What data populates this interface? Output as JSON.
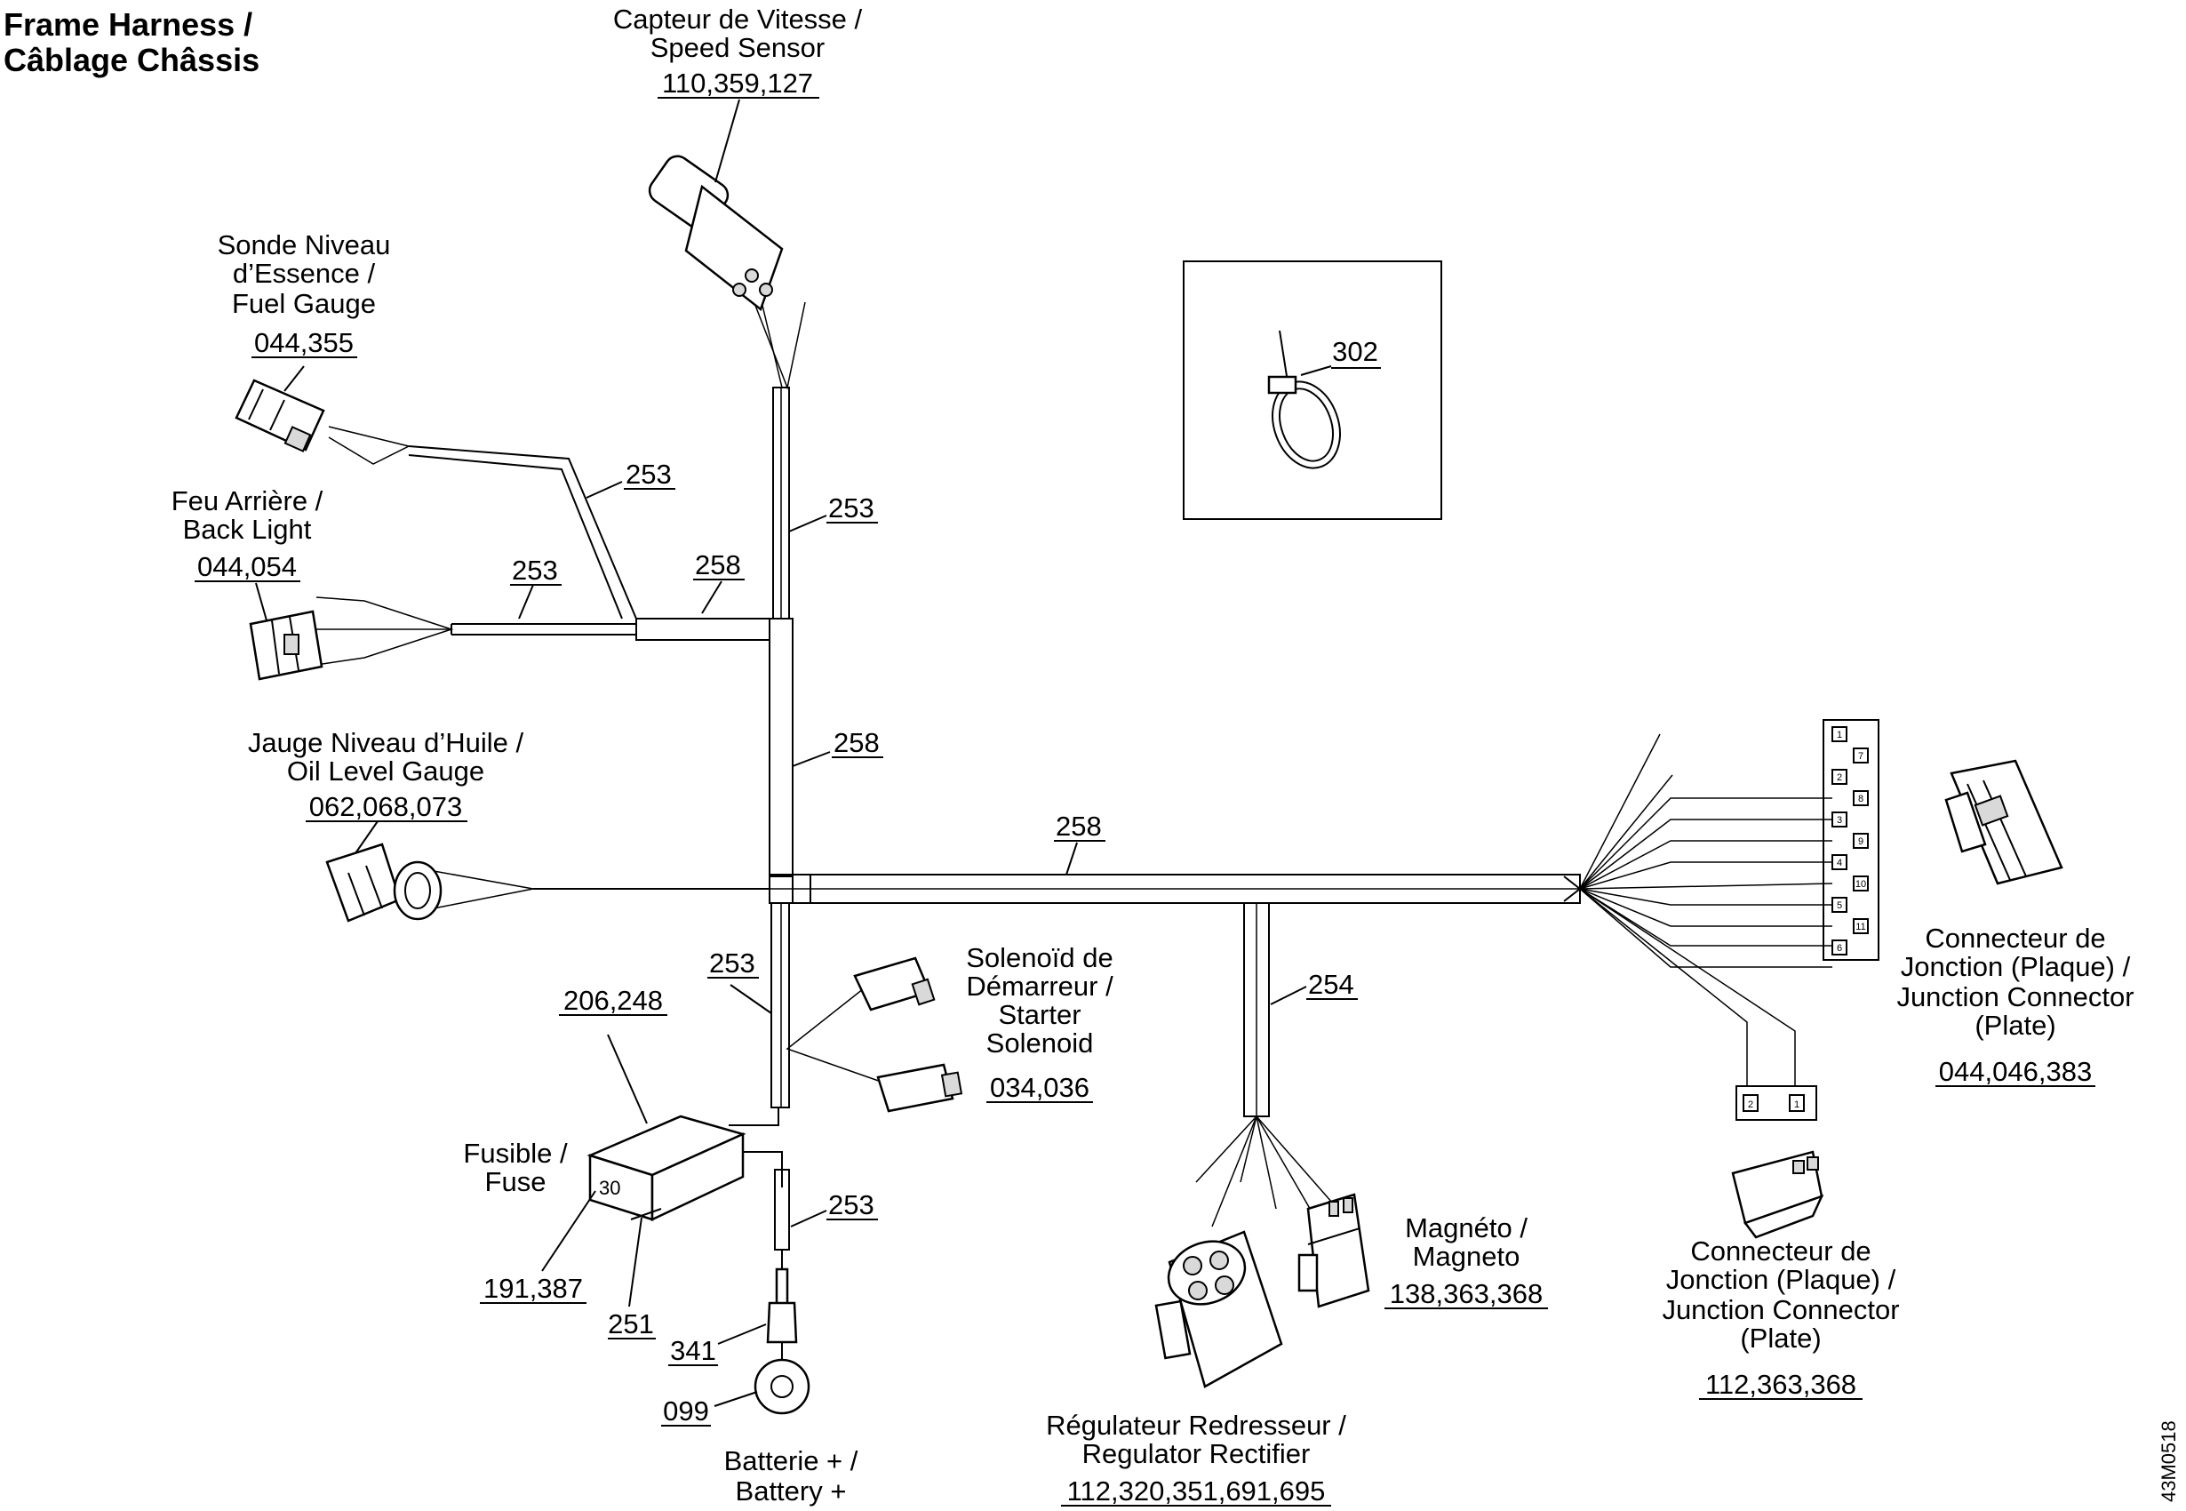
{
  "title": {
    "line1": "Frame Harness /",
    "line2": "Câblage Châssis"
  },
  "drawing_code": "43M0518",
  "components": {
    "speed_sensor": {
      "lines": [
        "Capteur de Vitesse /",
        "Speed Sensor"
      ],
      "ref": "110,359,127"
    },
    "fuel_gauge": {
      "lines": [
        "Sonde Niveau",
        "d’Essence /",
        "Fuel Gauge"
      ],
      "ref": "044,355"
    },
    "back_light": {
      "lines": [
        "Feu Arrière /",
        "Back Light"
      ],
      "ref": "044,054"
    },
    "oil_level_gauge": {
      "lines": [
        "Jauge Niveau d’Huile /",
        "Oil Level Gauge"
      ],
      "ref": "062,068,073"
    },
    "starter_solenoid": {
      "lines": [
        "Solenoïd de",
        "Démarreur /",
        "Starter",
        "Solenoid"
      ],
      "ref": "034,036"
    },
    "fuse_holder": {
      "ref": "206,248"
    },
    "fuse": {
      "lines": [
        "Fusible /",
        "Fuse"
      ],
      "ref": "191,387",
      "ref2": "251"
    },
    "battery": {
      "lines": [
        "Batterie + /",
        "Battery +"
      ],
      "ref": "099",
      "ref2": "341"
    },
    "regulator_rectifier": {
      "lines": [
        "Régulateur Redresseur /",
        "Regulator Rectifier"
      ],
      "ref": "112,320,351,691,695"
    },
    "magneto": {
      "lines": [
        "Magnéto /",
        "Magneto"
      ],
      "ref": "138,363,368"
    },
    "junction_connector_plate_1": {
      "lines": [
        "Connecteur de",
        "Jonction (Plaque) /",
        "Junction Connector",
        "(Plate)"
      ],
      "ref": "044,046,383"
    },
    "junction_connector_plate_2": {
      "lines": [
        "Connecteur de",
        "Jonction (Plaque) /",
        "Junction Connector",
        "(Plate)"
      ],
      "ref": "112,363,368"
    },
    "cable_tie": {
      "ref": "302"
    }
  },
  "harness_refs": {
    "upper_left_branch": "253",
    "vertical_top": "253",
    "back_light_branch": "253",
    "junction_left": "258",
    "vertical_middle": "258",
    "main_trunk": "258",
    "lower_vertical": "253",
    "regulator_branch": "254",
    "battery_lead": "253"
  },
  "junction_pins_right": [
    "1",
    "7",
    "2",
    "8",
    "3",
    "9",
    "4",
    "10",
    "5",
    "11",
    "6"
  ],
  "junction_pins_bottom": [
    "2",
    "1"
  ],
  "fuse_rating": "30"
}
